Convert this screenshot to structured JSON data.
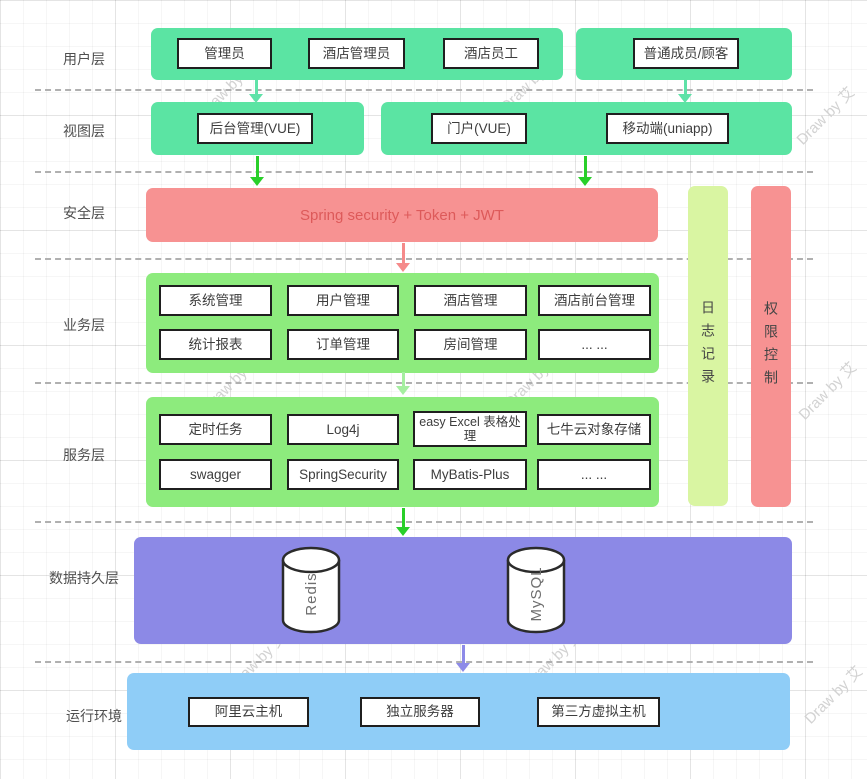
{
  "watermark": "Draw by 艾",
  "layers": {
    "user": {
      "label": "用户层",
      "boxes": [
        "管理员",
        "酒店管理员",
        "酒店员工",
        "普通成员/顾客"
      ]
    },
    "view": {
      "label": "视图层",
      "boxes": [
        "后台管理(VUE)",
        "门户(VUE)",
        "移动端(uniapp)"
      ]
    },
    "security": {
      "label": "安全层",
      "text": "Spring security + Token + JWT"
    },
    "business": {
      "label": "业务层",
      "boxes": [
        "系统管理",
        "用户管理",
        "酒店管理",
        "酒店前台管理",
        "统计报表",
        "订单管理",
        "房间管理",
        "... ..."
      ]
    },
    "service": {
      "label": "服务层",
      "boxes": [
        "定时任务",
        "Log4j",
        "easy Excel 表格处理",
        "七牛云对象存储",
        "swagger",
        "SpringSecurity",
        "MyBatis-Plus",
        "... ..."
      ]
    },
    "data": {
      "label": "数据持久层",
      "cylinders": [
        "Redis",
        "MySQL"
      ]
    },
    "runtime": {
      "label": "运行环境",
      "boxes": [
        "阿里云主机",
        "独立服务器",
        "第三方虚拟主机"
      ]
    }
  },
  "sidebars": {
    "log": "日志记录",
    "permission": "权限控制"
  },
  "colors": {
    "mint_green": "#5be4a3",
    "lime_green": "#8deb7d",
    "pink_red": "#f79292",
    "yellow_green": "#d9f5a2",
    "purple": "#8c89e6",
    "sky_blue": "#8fcdf7",
    "bright_green_arrow": "#29cf29",
    "pale_green_arrow": "#a5efa0",
    "security_text": "#dd5a5a",
    "box_border": "#1f1f1f"
  }
}
